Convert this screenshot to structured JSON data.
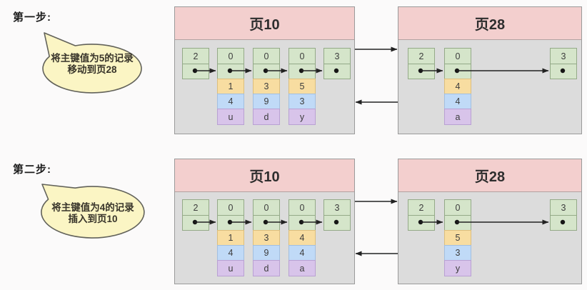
{
  "colors": {
    "canvas": "#fbfafa",
    "pink": "#f3cfce",
    "pinkBorder": "#b2a2a1",
    "pageGray": "#dcdcdc",
    "pageBorder": "#9a9a9a",
    "green": "#d5e5ca",
    "greenBorder": "#94aa88",
    "yellow": "#f8dda1",
    "yellowBorder": "#dcbe7d",
    "blue": "#c0daf7",
    "blueBorder": "#a2bfe0",
    "purple": "#d8c4ea",
    "purpleBorder": "#b9a1d3",
    "bubbleFill": "#fbf5c4",
    "bubbleBorder": "#62625a",
    "ink": "#1c1c1c",
    "cellInk": "#3d3d3d"
  },
  "steps": [
    {
      "label": "第一步:",
      "bubble": {
        "line1": "将主键值为5的记录",
        "line2": "移动到页28"
      },
      "page10": {
        "title": "页10",
        "headers": [
          "2",
          "0",
          "0",
          "0",
          "3"
        ],
        "records": [
          [
            "1",
            "4",
            "u"
          ],
          [
            "3",
            "9",
            "d"
          ],
          [
            "5",
            "3",
            "y"
          ]
        ]
      },
      "page28": {
        "title": "页28",
        "headers": [
          "2",
          "0",
          "3"
        ],
        "records": [
          [
            "4",
            "4",
            "a"
          ]
        ]
      }
    },
    {
      "label": "第二步:",
      "bubble": {
        "line1": "将主键值为4的记录",
        "line2": "插入到页10"
      },
      "page10": {
        "title": "页10",
        "headers": [
          "2",
          "0",
          "0",
          "0",
          "3"
        ],
        "records": [
          [
            "1",
            "4",
            "u"
          ],
          [
            "3",
            "9",
            "d"
          ],
          [
            "4",
            "4",
            "a"
          ]
        ]
      },
      "page28": {
        "title": "页28",
        "headers": [
          "2",
          "0",
          "3"
        ],
        "records": [
          [
            "5",
            "3",
            "y"
          ]
        ]
      }
    }
  ]
}
